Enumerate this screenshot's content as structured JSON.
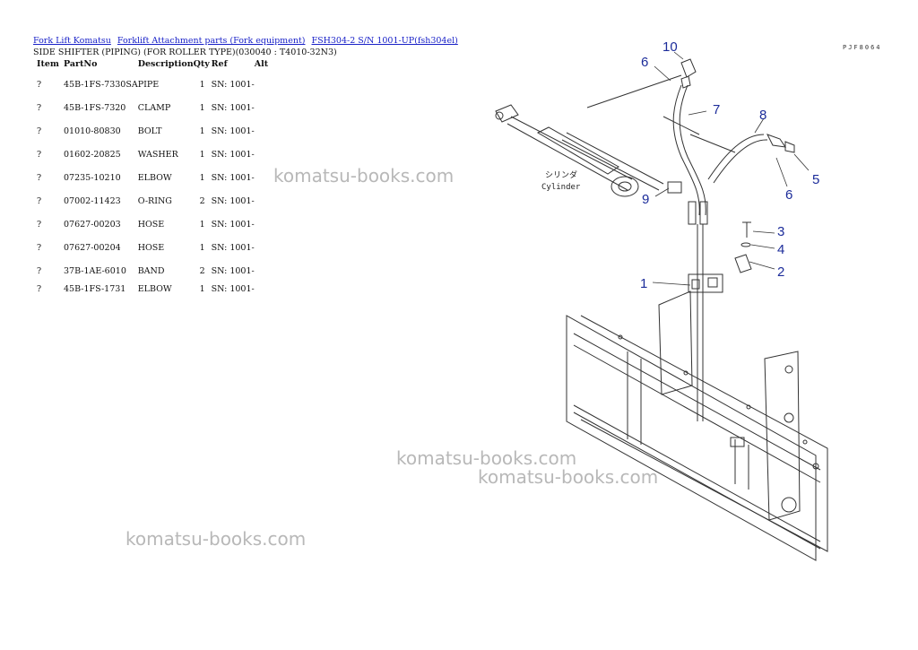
{
  "breadcrumb": {
    "link1": "Fork Lift Komatsu",
    "link2": "Forklift Attachment parts (Fork equipment)",
    "link3": "FSH304-2 S/N 1001-UP(fsh304el)"
  },
  "subtitle": "SIDE SHIFTER (PIPING) (FOR ROLLER TYPE)(030040 : T4010-32N3)",
  "page_ref": "PJF8064",
  "table": {
    "headers": {
      "item": "Item",
      "partno": "PartNo",
      "description": "Description",
      "qty": "Qty",
      "ref": "Ref",
      "alt": "Alt"
    },
    "rows": [
      {
        "item": "?",
        "partno": "45B-1FS-7330SA",
        "description": "PIPE",
        "qty": "1",
        "ref": "SN: 1001-"
      },
      {
        "item": "?",
        "partno": "45B-1FS-7320",
        "description": "CLAMP",
        "qty": "1",
        "ref": "SN: 1001-"
      },
      {
        "item": "?",
        "partno": "01010-80830",
        "description": "BOLT",
        "qty": "1",
        "ref": "SN: 1001-"
      },
      {
        "item": "?",
        "partno": "01602-20825",
        "description": "WASHER",
        "qty": "1",
        "ref": "SN: 1001-"
      },
      {
        "item": "?",
        "partno": "07235-10210",
        "description": "ELBOW",
        "qty": "1",
        "ref": "SN: 1001-"
      },
      {
        "item": "?",
        "partno": "07002-11423",
        "description": "O-RING",
        "qty": "2",
        "ref": "SN: 1001-"
      },
      {
        "item": "?",
        "partno": "07627-00203",
        "description": "HOSE",
        "qty": "1",
        "ref": "SN: 1001-"
      },
      {
        "item": "?",
        "partno": "07627-00204",
        "description": "HOSE",
        "qty": "1",
        "ref": "SN: 1001-"
      },
      {
        "item": "?",
        "partno": "37B-1AE-6010",
        "description": "BAND",
        "qty": "2",
        "ref": "SN: 1001-"
      },
      {
        "item": "?",
        "partno": "45B-1FS-1731",
        "description": "ELBOW",
        "qty": "1",
        "ref": "SN: 1001-"
      }
    ]
  },
  "watermark": "komatsu-books.com",
  "diagram": {
    "cylinder_jp": "シリンダ",
    "cylinder_en": "Cylinder",
    "callouts": [
      "10",
      "6",
      "7",
      "8",
      "5",
      "6",
      "9",
      "3",
      "4",
      "2",
      "1"
    ]
  }
}
